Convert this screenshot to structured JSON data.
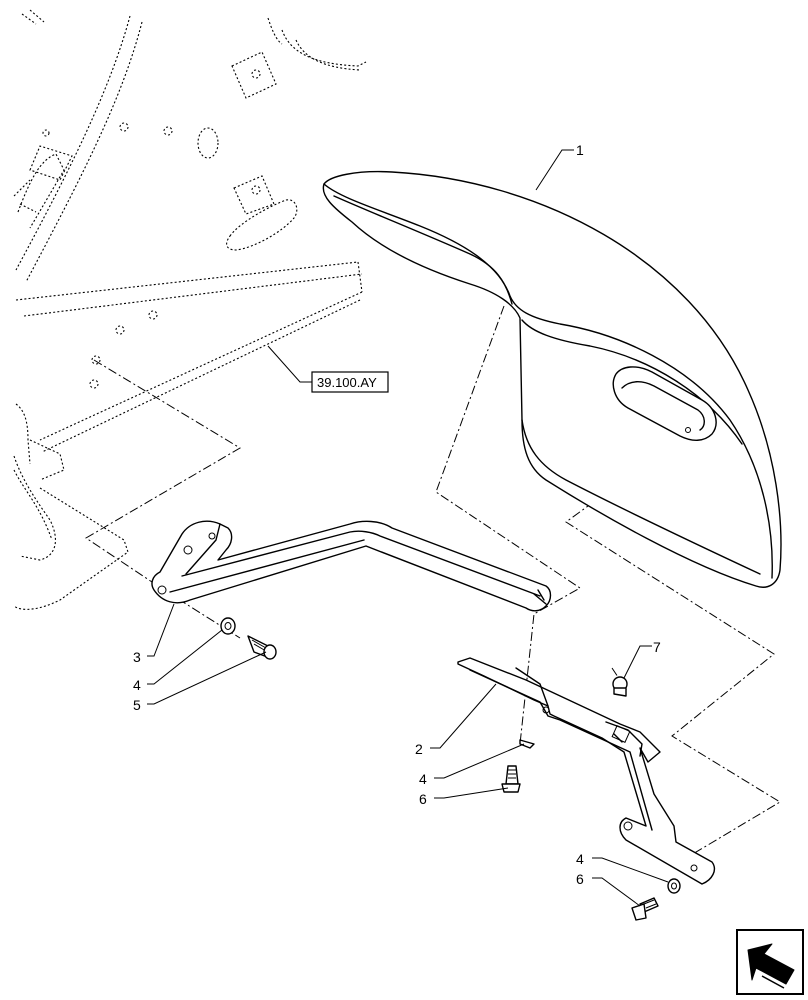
{
  "callouts": [
    {
      "id": "c1",
      "label": "1"
    },
    {
      "id": "c2",
      "label": "2"
    },
    {
      "id": "c3",
      "label": "3"
    },
    {
      "id": "c4a",
      "label": "4"
    },
    {
      "id": "c4b",
      "label": "4"
    },
    {
      "id": "c4c",
      "label": "4"
    },
    {
      "id": "c5",
      "label": "5"
    },
    {
      "id": "c6a",
      "label": "6"
    },
    {
      "id": "c6b",
      "label": "6"
    },
    {
      "id": "c7",
      "label": "7"
    }
  ],
  "reference": {
    "label": "39.100.AY"
  },
  "nav": {
    "icon": "arrow-left-icon"
  }
}
